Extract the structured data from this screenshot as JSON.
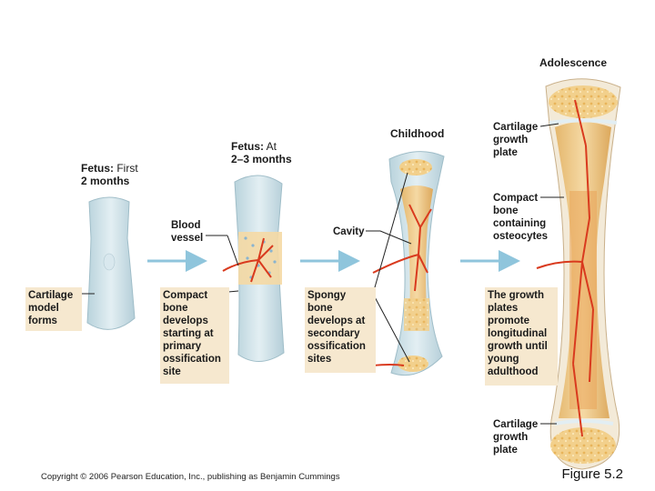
{
  "stages": {
    "fetus1": {
      "bold": "Fetus:",
      "text": "First",
      "line2": "2 months"
    },
    "fetus2": {
      "bold": "Fetus:",
      "text": "At",
      "line2": "2–3 months"
    },
    "childhood": {
      "bold": "Childhood"
    },
    "adolescence": {
      "bold": "Adolescence"
    }
  },
  "labels": {
    "cartilage_model": [
      "Cartilage",
      "model",
      "forms"
    ],
    "blood_vessel": [
      "Blood",
      "vessel"
    ],
    "compact_primary": [
      "Compact",
      "bone",
      "develops",
      "starting at",
      "primary",
      "ossification",
      "site"
    ],
    "cavity": "Cavity",
    "spongy_secondary": [
      "Spongy",
      "bone",
      "develops at",
      "secondary",
      "ossification",
      "sites"
    ],
    "cartilage_plate_top": [
      "Cartilage",
      "growth",
      "plate"
    ],
    "compact_osteocytes": [
      "Compact",
      "bone",
      "containing",
      "osteocytes"
    ],
    "growth_plates": [
      "The growth",
      "plates",
      "promote",
      "longitudinal",
      "growth until",
      "young",
      "adulthood"
    ],
    "cartilage_plate_bottom": [
      "Cartilage",
      "growth",
      "plate"
    ]
  },
  "footer": {
    "copyright": "Copyright © 2006 Pearson Education, Inc., publishing as Benjamin Cummings",
    "figure": "Figure 5.2"
  },
  "colors": {
    "cartilage": "#cfe3ea",
    "bone": "#f0c98a",
    "vessel": "#d93a1e",
    "arrow": "#8fc5dc",
    "tan_box": "#f6e8cf"
  }
}
